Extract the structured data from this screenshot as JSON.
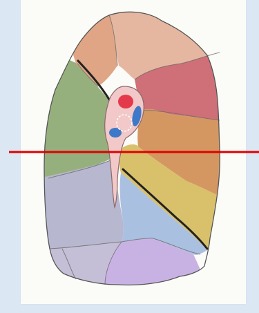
{
  "figure": {
    "background_color": "#dbe7f3",
    "paper_color": "#fbfbf8",
    "subject": "lung-segments",
    "cut_line_color": "#e00000"
  },
  "segments": [
    {
      "id": "apical",
      "color": "#dfa585"
    },
    {
      "id": "posterior",
      "color": "#e6b7a0"
    },
    {
      "id": "superior-lower-lobe",
      "color": "#cf6f78"
    },
    {
      "id": "anterior-upper",
      "color": "#96b07d"
    },
    {
      "id": "anterior-lower",
      "color": "#d59761"
    },
    {
      "id": "lingula",
      "color": "#d9c06a"
    },
    {
      "id": "anterior-basal",
      "color": "#b7b7cf"
    },
    {
      "id": "lateral-basal",
      "color": "#a9c0e1"
    },
    {
      "id": "posterior-basal",
      "color": "#c8b2e4"
    },
    {
      "id": "medial-basal",
      "color": "#c4bed6"
    }
  ],
  "hilum": {
    "fill": "#f2c8c8",
    "pulmonary-artery": "#e3394a",
    "pulmonary-vein": "#3d79c8"
  }
}
